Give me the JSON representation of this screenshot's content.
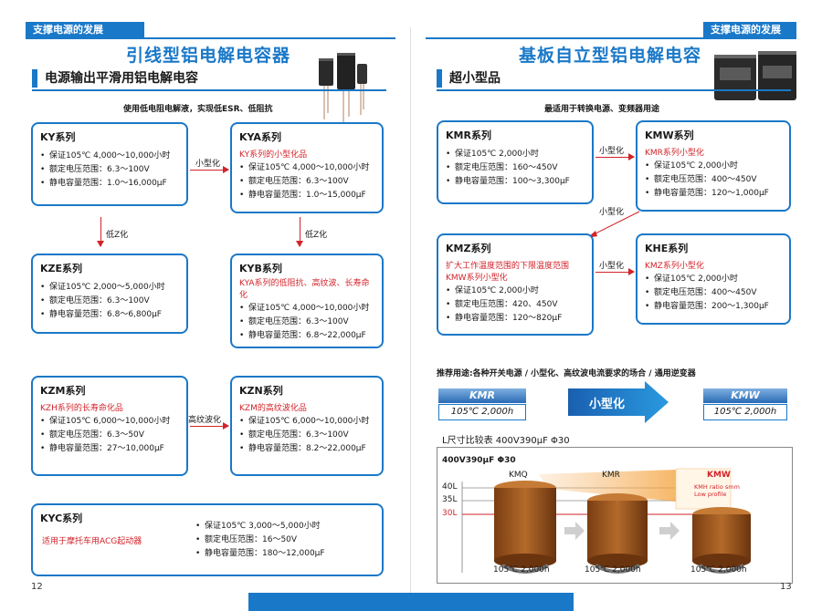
{
  "left_page": {
    "tab": "支撑电源的发展",
    "title": "引线型铝电解电容器",
    "section": "电源输出平滑用铝电解电容",
    "subtitle": "使用低电阻电解液，实现低ESR、低阻抗",
    "page_number": "12",
    "arrows": {
      "ky_kya": "小型化",
      "ky_kze": "低Z化",
      "kya_kyb": "低Z化",
      "kzm_kzn": "高纹波化"
    },
    "boxes": {
      "ky": {
        "title": "KY系列",
        "red": "",
        "items": [
          "保证105℃ 4,000～10,000小时",
          "额定电压范围：6.3～100V",
          "静电容量范围：1.0～16,000μF"
        ]
      },
      "kya": {
        "title": "KYA系列",
        "red": "KY系列的小型化品",
        "items": [
          "保证105℃ 4,000～10,000小时",
          "额定电压范围：6.3～100V",
          "静电容量范围：1.0～15,000μF"
        ]
      },
      "kze": {
        "title": "KZE系列",
        "red": "",
        "items": [
          "保证105℃ 2,000～5,000小时",
          "额定电压范围：6.3～100V",
          "静电容量范围：6.8～6,800μF"
        ]
      },
      "kyb": {
        "title": "KYB系列",
        "red": "KYA系列的低阻抗、高纹波、长寿命化",
        "items": [
          "保证105℃ 4,000～10,000小时",
          "额定电压范围：6.3～100V",
          "静电容量范围：6.8～22,000μF"
        ]
      },
      "kzm": {
        "title": "KZM系列",
        "red": "KZH系列的长寿命化品",
        "items": [
          "保证105℃ 6,000～10,000小时",
          "额定电压范围：6.3～50V",
          "静电容量范围：27～10,000μF"
        ]
      },
      "kzn": {
        "title": "KZN系列",
        "red": "KZM的高纹波化品",
        "items": [
          "保证105℃ 6,000～10,000小时",
          "额定电压范围：6.3～100V",
          "静电容量范围：8.2～22,000μF"
        ]
      },
      "kyc": {
        "title": "KYC系列",
        "red": "适用于摩托车用ACG起动器",
        "items": [
          "保证105℃ 3,000～5,000小时",
          "额定电压范围：16～50V",
          "静电容量范围：180～12,000μF"
        ]
      }
    }
  },
  "right_page": {
    "tab": "支撑电源的发展",
    "title": "基板自立型铝电解电容",
    "section": "超小型品",
    "subtitle": "最适用于转换电源、变频器用途",
    "page_number": "13",
    "arrows": {
      "kmr_kmw": "小型化",
      "kmw_kmz": "小型化",
      "kmz_khe": "小型化"
    },
    "boxes": {
      "kmr": {
        "title": "KMR系列",
        "red": "",
        "items": [
          "保证105℃ 2,000小时",
          "额定电压范围：160～450V",
          "静电容量范围：100～3,300μF"
        ]
      },
      "kmw": {
        "title": "KMW系列",
        "red": "KMR系列小型化",
        "items": [
          "保证105℃ 2,000小时",
          "额定电压范围：400～450V",
          "静电容量范围：120～1,000μF"
        ]
      },
      "kmz": {
        "title": "KMZ系列",
        "red": "扩大工作温度范围的下限温度范围KMW系列小型化",
        "items": [
          "保证105℃ 2,000小时",
          "额定电压范围：420、450V",
          "静电容量范围：120～820μF"
        ]
      },
      "khe": {
        "title": "KHE系列",
        "red": "KMZ系列小型化",
        "items": [
          "保证105℃ 2,000小时",
          "额定电压范围：400～450V",
          "静电容量范围：200～1,300μF"
        ]
      }
    },
    "usage": "推荐用途:各种开关电源 / 小型化、高纹波电流要求的场合 / 通用逆变器",
    "comparison": {
      "left_name": "KMR",
      "left_spec": "105℃ 2,000h",
      "center_label": "小型化",
      "right_name": "KMW",
      "right_spec": "105℃ 2,000h"
    },
    "size_note": "L尺寸比较表 400V390μF Φ30",
    "chart": {
      "header": "400V390μF Φ30",
      "y_ticks": [
        "40L",
        "35L",
        "30L"
      ],
      "caps": [
        {
          "name": "KMQ",
          "spec": "105℃ 2,000h"
        },
        {
          "name": "KMR",
          "spec": "105℃ 2,000h"
        },
        {
          "name": "KMW",
          "spec": "105℃ 2,000h",
          "note": "KMH ratio smm Low profile"
        }
      ]
    }
  }
}
